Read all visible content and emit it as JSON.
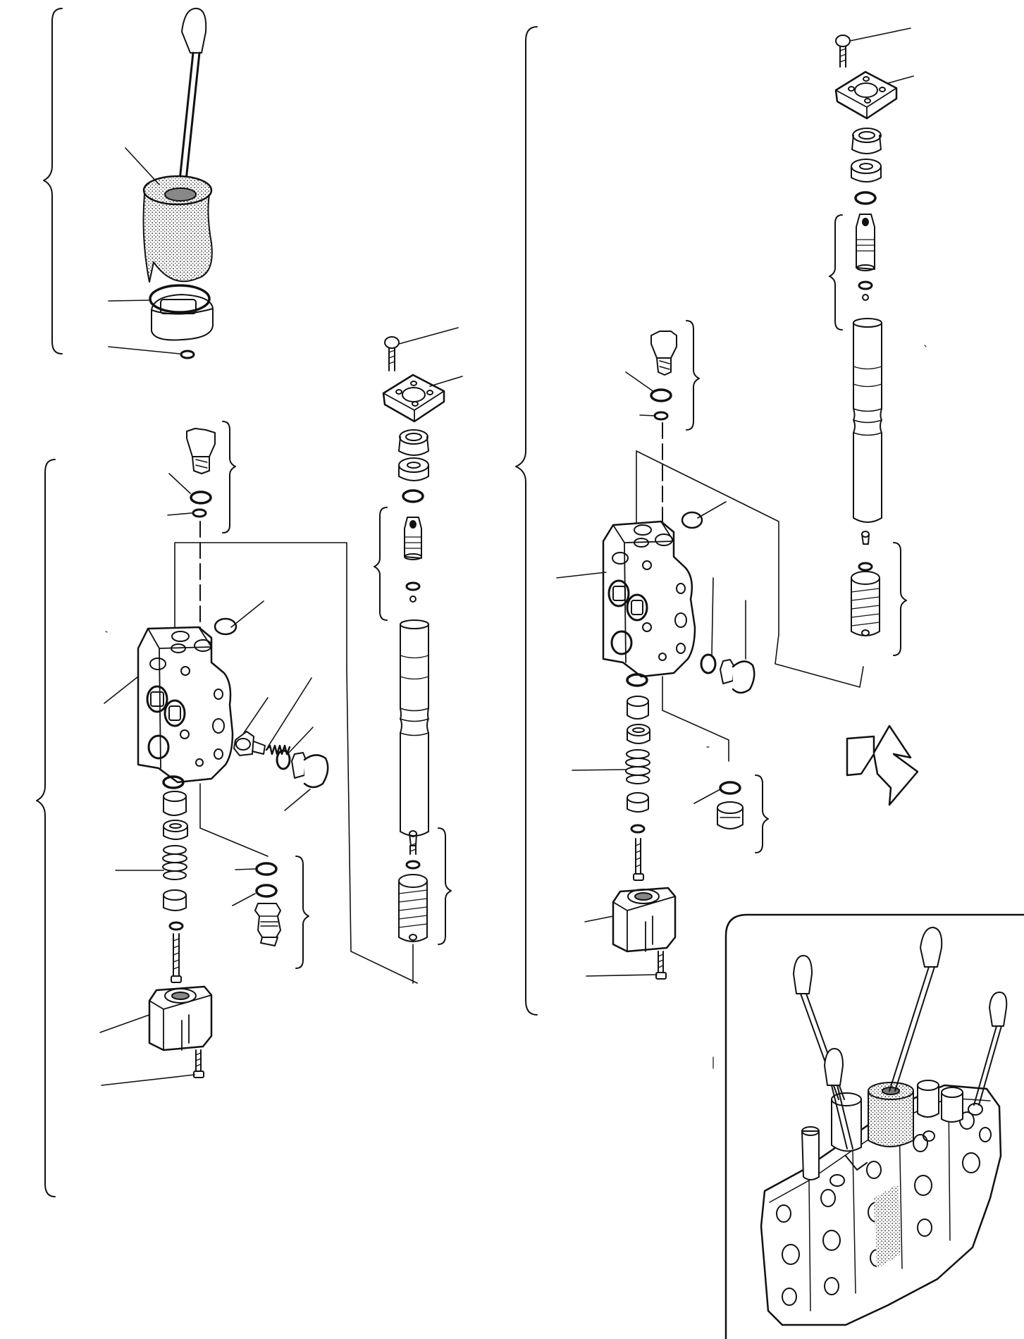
{
  "diagram": {
    "kind": "exploded-parts-view",
    "colors": {
      "ink": "#111111",
      "paper": "#ffffff",
      "shade": "#6a6a6a"
    },
    "icons": [
      "direction-arrow-icon",
      "control-lever-icon",
      "spring-icon",
      "o-ring-icon",
      "bolt-icon"
    ],
    "assemblies": [
      {
        "id": "lever-assembly",
        "parts": [
          "lever",
          "rubber-boot",
          "o-ring",
          "boot-plate",
          "small-o-ring"
        ]
      },
      {
        "id": "valve-section-left",
        "parts": [
          "relief-valve",
          "o-ring",
          "valve-body",
          "check-valve",
          "spring",
          "plug",
          "spool-cap",
          "end-cover",
          "screw"
        ]
      },
      {
        "id": "spool-left",
        "parts": [
          "screw",
          "flange",
          "bushing",
          "seal",
          "spool-eye",
          "spool",
          "detent"
        ]
      },
      {
        "id": "valve-section-right",
        "parts": [
          "relief-valve",
          "o-ring",
          "valve-body",
          "plug",
          "spring",
          "plug-cap",
          "end-cover",
          "screw"
        ]
      },
      {
        "id": "spool-right",
        "parts": [
          "screw",
          "flange",
          "bushing",
          "seal",
          "spool-eye",
          "spool",
          "detent"
        ]
      },
      {
        "id": "overview-inset",
        "parts": [
          "control-valve-bank"
        ]
      }
    ]
  }
}
